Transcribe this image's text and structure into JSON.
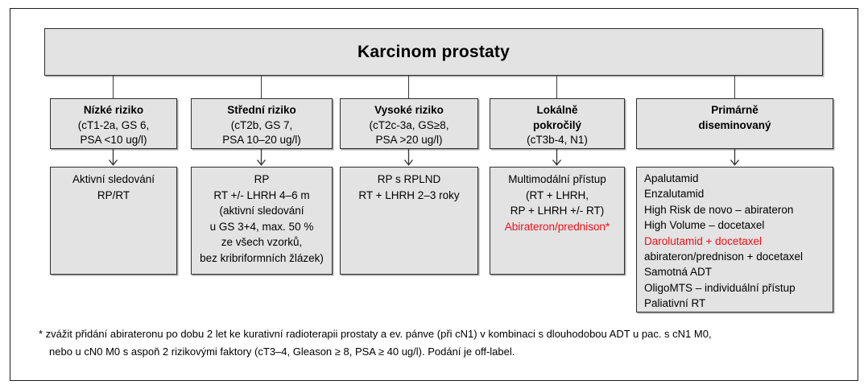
{
  "title": "Karcinom prostaty",
  "colors": {
    "box_fill": "#e3e3e3",
    "border": "#2e2e2e",
    "highlight_red": "#e8121c"
  },
  "columns": [
    {
      "name": "Nízké riziko",
      "header_lines": [
        {
          "text": "Nízké riziko",
          "bold": true
        },
        {
          "text": "(cT1-2a, GS 6,"
        },
        {
          "text": "PSA <10 ug/l)"
        }
      ],
      "body_lines": [
        {
          "text": "Aktivní sledování"
        },
        {
          "text": "RP/RT"
        }
      ]
    },
    {
      "name": "Střední riziko",
      "header_lines": [
        {
          "text": "Střední riziko",
          "bold": true
        },
        {
          "text": "(cT2b, GS 7,"
        },
        {
          "text": "PSA 10–20 ug/l)"
        }
      ],
      "body_lines": [
        {
          "text": "RP"
        },
        {
          "text": "RT +/- LHRH 4–6 m"
        },
        {
          "text": "(aktivní sledování"
        },
        {
          "text": "u GS 3+4, max. 50 %"
        },
        {
          "text": "ze všech vzorků,"
        },
        {
          "text": "bez kribriformních žlázek)"
        }
      ]
    },
    {
      "name": "Vysoké riziko",
      "header_lines": [
        {
          "text": "Vysoké riziko",
          "bold": true
        },
        {
          "text": "(cT2c-3a, GS≥8,"
        },
        {
          "text": "PSA >20 ug/l)"
        }
      ],
      "body_lines": [
        {
          "text": "RP s RPLND"
        },
        {
          "text": "RT + LHRH 2–3 roky"
        }
      ]
    },
    {
      "name": "Lokálně pokročilý",
      "header_lines": [
        {
          "text": "Lokálně",
          "bold": true
        },
        {
          "text": "pokročilý",
          "bold": true
        },
        {
          "text": "(cT3b-4, N1)"
        }
      ],
      "body_lines": [
        {
          "text": "Multimodální přístup"
        },
        {
          "text": "(RT + LHRH,"
        },
        {
          "text": "RP + LHRH +/- RT)"
        },
        {
          "text": "Abirateron/prednison*",
          "highlight": true
        }
      ]
    },
    {
      "name": "Primárně diseminovaný",
      "header_lines": [
        {
          "text": "Primárně",
          "bold": true
        },
        {
          "text": "diseminovaný",
          "bold": true
        }
      ],
      "body_lines": [
        {
          "text": "Apalutamid"
        },
        {
          "text": "Enzalutamid"
        },
        {
          "text": "High Risk de novo – abirateron"
        },
        {
          "text": "High Volume – docetaxel"
        },
        {
          "text": "Darolutamid + docetaxel",
          "highlight": true
        },
        {
          "text": "abirateron/prednison + docetaxel"
        },
        {
          "text": "Samotná ADT"
        },
        {
          "text": "OligoMTS – individuální přístup"
        },
        {
          "text": "Paliativní RT"
        }
      ]
    }
  ],
  "footnote": {
    "line1": "* zvážit přidání abirateronu po dobu 2 let ke kurativní radioterapii prostaty a ev. pánve (při cN1) v kombinaci s dlouhodobou ADT u pac. s cN1 M0,",
    "line2": "nebo u cN0 M0 s aspoň 2 rizikovými faktory (cT3–4, Gleason ≥ 8, PSA ≥ 40 ug/l). Podání je off-label."
  }
}
